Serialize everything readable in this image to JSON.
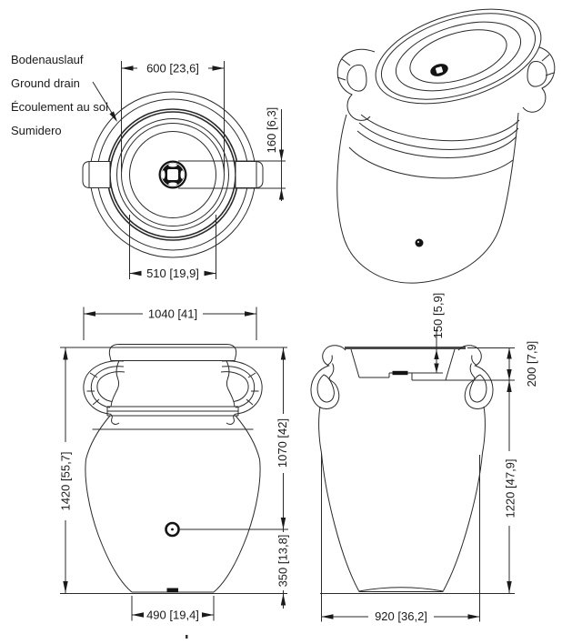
{
  "callout": {
    "lines": [
      "Bodenauslauf",
      "Ground drain",
      "Écoulement au sol",
      "Sumidero"
    ]
  },
  "top_view": {
    "dim_opening_width": "600 [23,6]",
    "dim_drain_size": "160 [6,3]",
    "dim_inner_diameter": "510 [19,9]"
  },
  "front_view": {
    "dim_max_width": "1040 [41]",
    "dim_total_height": "1420 [55,7]",
    "dim_top_to_tap": "1070 [42]",
    "dim_tap_to_ground": "350 [13,8]",
    "dim_base_width": "490 [19,4]"
  },
  "side_view": {
    "dim_basin_depth": "150 [5,9]",
    "dim_top_depth": "200 [7,9]",
    "dim_lower_height": "1220 [47,9]",
    "dim_max_width": "920 [36,2]"
  }
}
